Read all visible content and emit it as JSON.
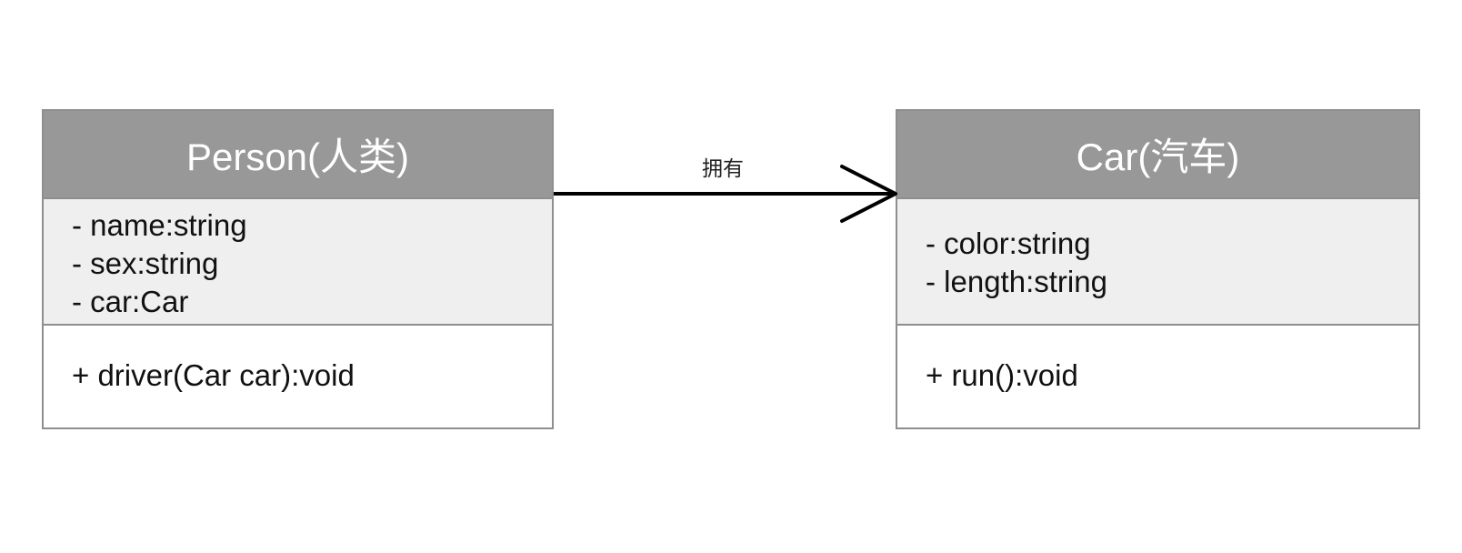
{
  "classes": {
    "person": {
      "name": "Person(人类)",
      "attributes": [
        "- name:string",
        "- sex:string",
        "- car:Car"
      ],
      "methods": [
        "+ driver(Car car):void"
      ]
    },
    "car": {
      "name": "Car(汽车)",
      "attributes": [
        "- color:string",
        "- length:string"
      ],
      "methods": [
        "+ run():void"
      ]
    }
  },
  "association": {
    "label": "拥有",
    "from": "person",
    "to": "car",
    "type": "directed-association"
  },
  "colors": {
    "header_fill": "#989898",
    "attribute_fill": "#efefef",
    "border": "#8e8e8e",
    "line": "#000000"
  }
}
